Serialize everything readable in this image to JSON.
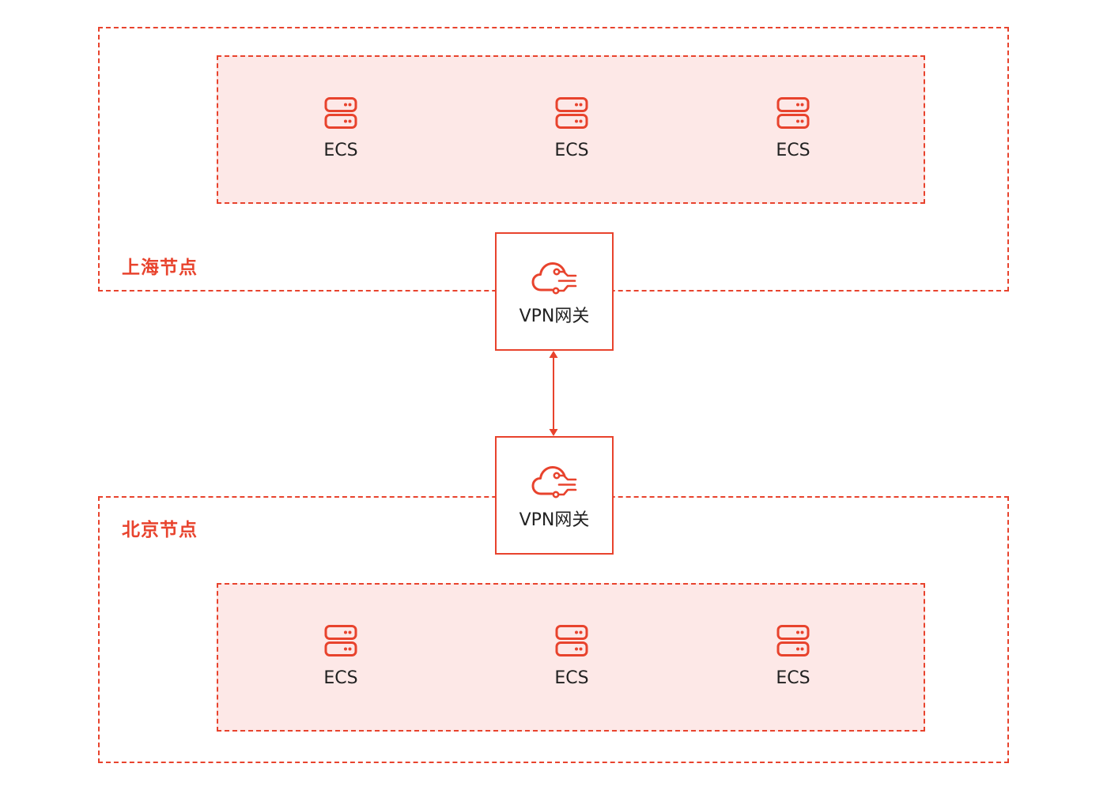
{
  "colors": {
    "accent": "#e8432d",
    "group_fill": "#fde8e7",
    "text": "#222222"
  },
  "regions": {
    "shanghai": {
      "label": "上海节点",
      "gateway_label": "VPN网关",
      "ecs": [
        {
          "label": "ECS",
          "icon": "server-icon"
        },
        {
          "label": "ECS",
          "icon": "server-icon"
        },
        {
          "label": "ECS",
          "icon": "server-icon"
        }
      ]
    },
    "beijing": {
      "label": "北京节点",
      "gateway_label": "VPN网关",
      "ecs": [
        {
          "label": "ECS",
          "icon": "server-icon"
        },
        {
          "label": "ECS",
          "icon": "server-icon"
        },
        {
          "label": "ECS",
          "icon": "server-icon"
        }
      ]
    }
  },
  "gateway_icon": "cloud-gateway-icon",
  "connection": {
    "type": "bidirectional-arrow"
  }
}
